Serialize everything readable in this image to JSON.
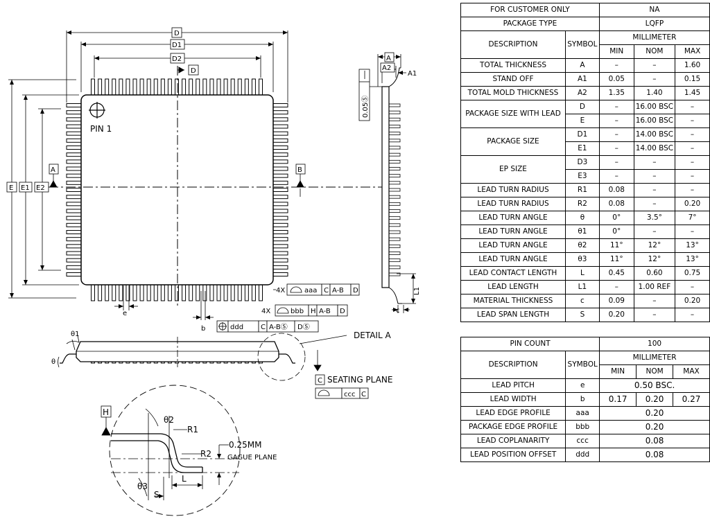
{
  "drawing": {
    "top_view": {
      "dim_labels": [
        "D",
        "D1",
        "D2",
        "E",
        "E1",
        "E2",
        "A",
        "B",
        "e",
        "b"
      ],
      "pin1_label": "PIN 1",
      "datum_d": "D",
      "fcf_aaa": [
        "4X",
        "aaa",
        "C",
        "A-B",
        "D"
      ],
      "fcf_bbb": [
        "4X",
        "bbb",
        "H",
        "A-B",
        "D"
      ],
      "fcf_ddd": [
        "ddd",
        "C",
        "A-BⓈ",
        "DⓈ"
      ]
    },
    "side_view": {
      "labels": [
        "A",
        "A2",
        "A1",
        "0.05Ⓢ",
        "L1",
        "c"
      ]
    },
    "front_view": {
      "theta1": "θ1",
      "theta": "θ",
      "detail": "DETAIL A",
      "seating_datum": "C",
      "seating_text": "SEATING PLANE",
      "fcf_ccc": [
        "ccc",
        "C"
      ]
    },
    "detail_view": {
      "datum_h": "H",
      "theta2": "θ2",
      "theta3": "θ3",
      "r1": "R1",
      "r2": "R2",
      "gauge_dim": "0.25MM",
      "gauge_text": "GAGUE PLANE",
      "l": "L",
      "s": "S"
    }
  },
  "table_main": {
    "customer_label": "FOR CUSTOMER ONLY",
    "customer_value": "NA",
    "package_type_label": "PACKAGE TYPE",
    "package_type_value": "LQFP",
    "description_header": "DESCRIPTION",
    "symbol_header": "SYMBOL",
    "unit_header": "MILLIMETER",
    "min_header": "MIN",
    "nom_header": "NOM",
    "max_header": "MAX",
    "rows": [
      {
        "desc": "TOTAL THICKNESS",
        "sym": "A",
        "min": "–",
        "nom": "–",
        "max": "1.60"
      },
      {
        "desc": "STAND OFF",
        "sym": "A1",
        "min": "0.05",
        "nom": "–",
        "max": "0.15"
      },
      {
        "desc": "TOTAL MOLD THICKNESS",
        "sym": "A2",
        "min": "1.35",
        "nom": "1.40",
        "max": "1.45"
      },
      {
        "desc": "PACKAGE SIZE WITH LEAD",
        "sym": "D",
        "min": "–",
        "nom": "16.00 BSC",
        "max": "–"
      },
      {
        "desc": "",
        "sym": "E",
        "min": "–",
        "nom": "16.00 BSC",
        "max": "–"
      },
      {
        "desc": "PACKAGE SIZE",
        "sym": "D1",
        "min": "–",
        "nom": "14.00 BSC",
        "max": "–"
      },
      {
        "desc": "",
        "sym": "E1",
        "min": "–",
        "nom": "14.00 BSC",
        "max": "–"
      },
      {
        "desc": "EP SIZE",
        "sym": "D3",
        "min": "–",
        "nom": "–",
        "max": "–"
      },
      {
        "desc": "",
        "sym": "E3",
        "min": "–",
        "nom": "–",
        "max": "–"
      },
      {
        "desc": "LEAD TURN RADIUS",
        "sym": "R1",
        "min": "0.08",
        "nom": "–",
        "max": "–"
      },
      {
        "desc": "LEAD TURN RADIUS",
        "sym": "R2",
        "min": "0.08",
        "nom": "–",
        "max": "0.20"
      },
      {
        "desc": "LEAD TURN ANGLE",
        "sym": "θ",
        "min": "0°",
        "nom": "3.5°",
        "max": "7°"
      },
      {
        "desc": "LEAD TURN ANGLE",
        "sym": "θ1",
        "min": "0°",
        "nom": "–",
        "max": "–"
      },
      {
        "desc": "LEAD TURN ANGLE",
        "sym": "θ2",
        "min": "11°",
        "nom": "12°",
        "max": "13°"
      },
      {
        "desc": "LEAD TURN ANGLE",
        "sym": "θ3",
        "min": "11°",
        "nom": "12°",
        "max": "13°"
      },
      {
        "desc": "LEAD CONTACT LENGTH",
        "sym": "L",
        "min": "0.45",
        "nom": "0.60",
        "max": "0.75"
      },
      {
        "desc": "LEAD LENGTH",
        "sym": "L1",
        "min": "–",
        "nom": "1.00 REF",
        "max": "–"
      },
      {
        "desc": "MATERIAL THICKNESS",
        "sym": "c",
        "min": "0.09",
        "nom": "–",
        "max": "0.20"
      },
      {
        "desc": "LEAD SPAN LENGTH",
        "sym": "S",
        "min": "0.20",
        "nom": "–",
        "max": "–"
      }
    ]
  },
  "table_pins": {
    "pin_count_label": "PIN COUNT",
    "pin_count_value": "100",
    "description_header": "DESCRIPTION",
    "symbol_header": "SYMBOL",
    "unit_header": "MILLIMETER",
    "min_header": "MIN",
    "nom_header": "NOM",
    "max_header": "MAX",
    "lead_pitch": {
      "desc": "LEAD PITCH",
      "sym": "e",
      "value": "0.50 BSC."
    },
    "lead_width": {
      "desc": "LEAD WIDTH",
      "sym": "b",
      "min": "0.17",
      "nom": "0.20",
      "max": "0.27"
    },
    "tol_rows": [
      {
        "desc": "LEAD EDGE PROFILE",
        "sym": "aaa",
        "value": "0.20"
      },
      {
        "desc": "PACKAGE EDGE PROFILE",
        "sym": "bbb",
        "value": "0.20"
      },
      {
        "desc": "LEAD COPLANARITY",
        "sym": "ccc",
        "value": "0.08"
      },
      {
        "desc": "LEAD POSITION OFFSET",
        "sym": "ddd",
        "value": "0.08"
      }
    ]
  }
}
